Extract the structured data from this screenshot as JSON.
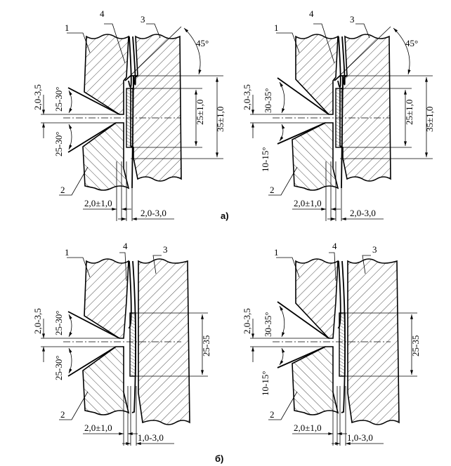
{
  "figure": {
    "panels": [
      {
        "id": "a-left",
        "part_labels": [
          "1",
          "2",
          "3",
          "4"
        ],
        "gap": "2,0-3,5",
        "upper_angle": "25-30°",
        "lower_angle": "25-30°",
        "chamfer_angle": "45°",
        "dim_outer": "35±1,0",
        "dim_inner": "25±1,0",
        "bottom_dim_1": "2,0±1,0",
        "bottom_dim_2": "2,0-3,0"
      },
      {
        "id": "a-right",
        "part_labels": [
          "1",
          "2",
          "3",
          "4"
        ],
        "gap": "2,0-3,5",
        "upper_angle": "30-35°",
        "lower_angle": "10-15°",
        "chamfer_angle": "45°",
        "dim_outer": "35±1,0",
        "dim_inner": "25±1,0",
        "bottom_dim_1": "2,0±1,0",
        "bottom_dim_2": "2,0-3,0"
      },
      {
        "id": "b-left",
        "part_labels": [
          "1",
          "2",
          "3",
          "4"
        ],
        "gap": "2,0-3,5",
        "upper_angle": "25-30°",
        "lower_angle": "25-30°",
        "dim_inner": "25-35",
        "bottom_dim_1": "2,0±1,0",
        "bottom_dim_2": "1,0-3,0"
      },
      {
        "id": "b-right",
        "part_labels": [
          "1",
          "2",
          "3",
          "4"
        ],
        "gap": "2,0-3,5",
        "upper_angle": "30-35°",
        "lower_angle": "10-15°",
        "dim_inner": "25-35",
        "bottom_dim_1": "2,0±1,0",
        "bottom_dim_2": "1,0-3,0"
      }
    ],
    "captions": {
      "a": "а)",
      "b": "б)"
    }
  }
}
